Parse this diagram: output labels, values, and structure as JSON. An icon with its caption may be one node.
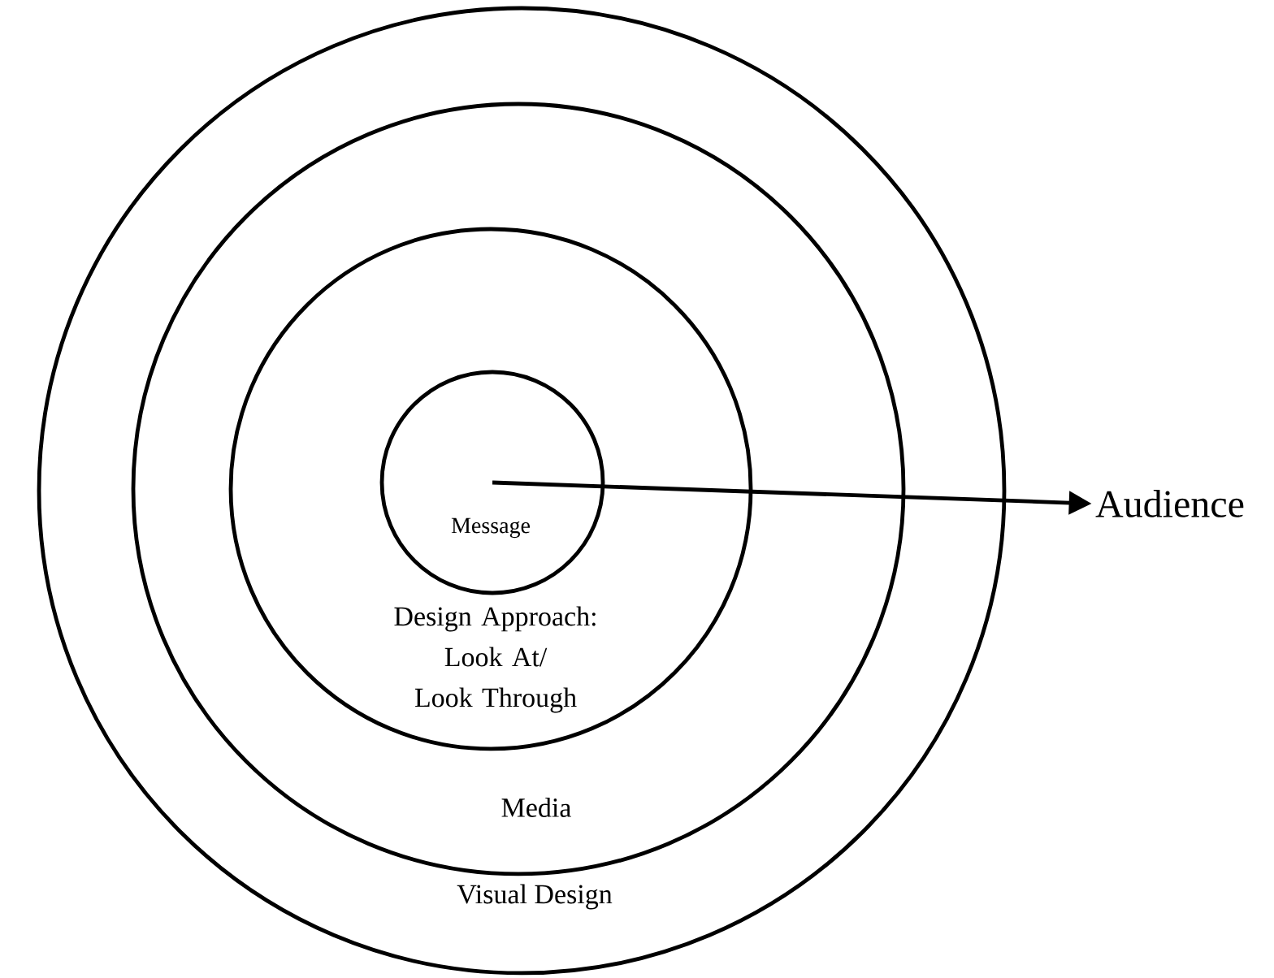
{
  "diagram": {
    "nodes": [
      {
        "text": [
          "Visual Design"
        ]
      },
      {
        "text": [
          "Media"
        ],
        "in": 0
      },
      {
        "text": [
          "Design Approach: Look At/ Look Through"
        ],
        "in": 1
      },
      {
        "text": [
          "Message"
        ],
        "in": 2
      },
      {
        "text": [
          "Audience"
        ]
      }
    ],
    "edges": [
      {
        "from": 3,
        "to": 4,
        "arrow": "to"
      }
    ]
  }
}
